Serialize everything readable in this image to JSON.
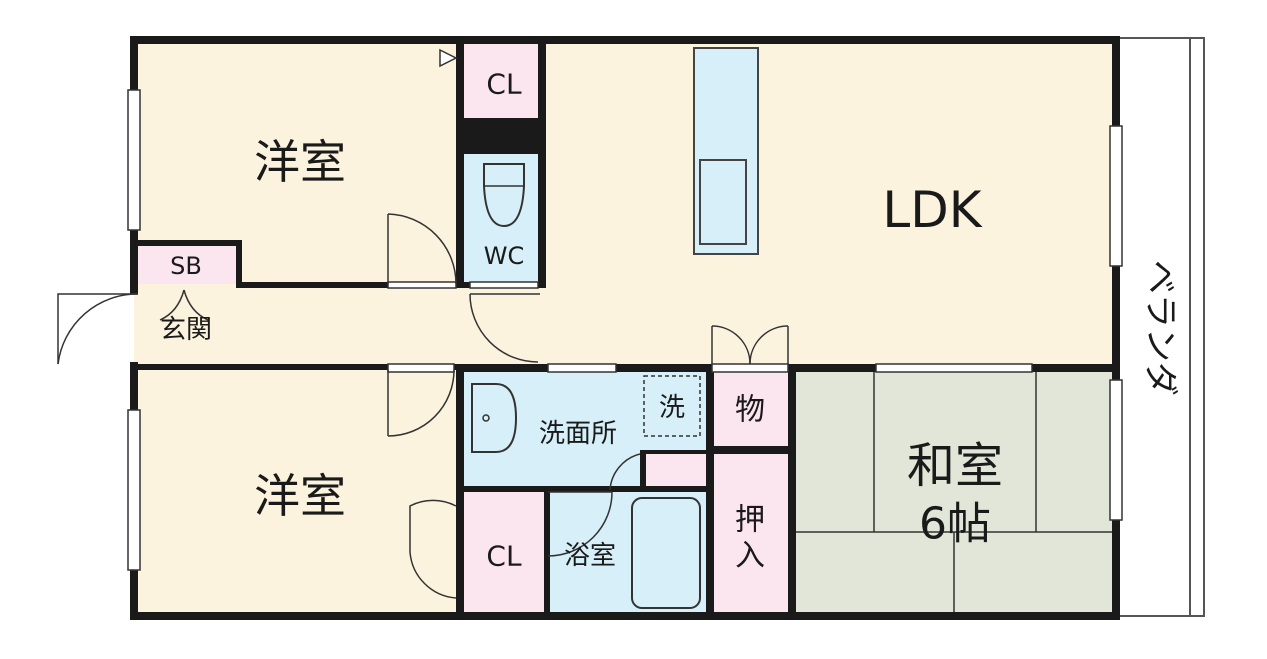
{
  "colors": {
    "wall": "#1a1a1a",
    "bedroom_floor": "#fbf3de",
    "closet_floor": "#fbe5ee",
    "wet_area_floor": "#d6eff8",
    "tatami_floor": "#e1e6d8",
    "balcony_floor": "#ffffff"
  },
  "rooms": {
    "bedroom_north": "洋室",
    "bedroom_south": "洋室",
    "closet_north": "CL",
    "closet_south": "CL",
    "toilet": "WC",
    "shoe_box": "SB",
    "entrance": "玄関",
    "ldk": "LDK",
    "washroom": "洗面所",
    "washer": "洗",
    "storage": "物",
    "bathroom": "浴室",
    "oshiire_line1": "押",
    "oshiire_line2": "入",
    "japanese_room_line1": "和室",
    "japanese_room_line2": "6帖",
    "balcony": "ベランダ"
  }
}
